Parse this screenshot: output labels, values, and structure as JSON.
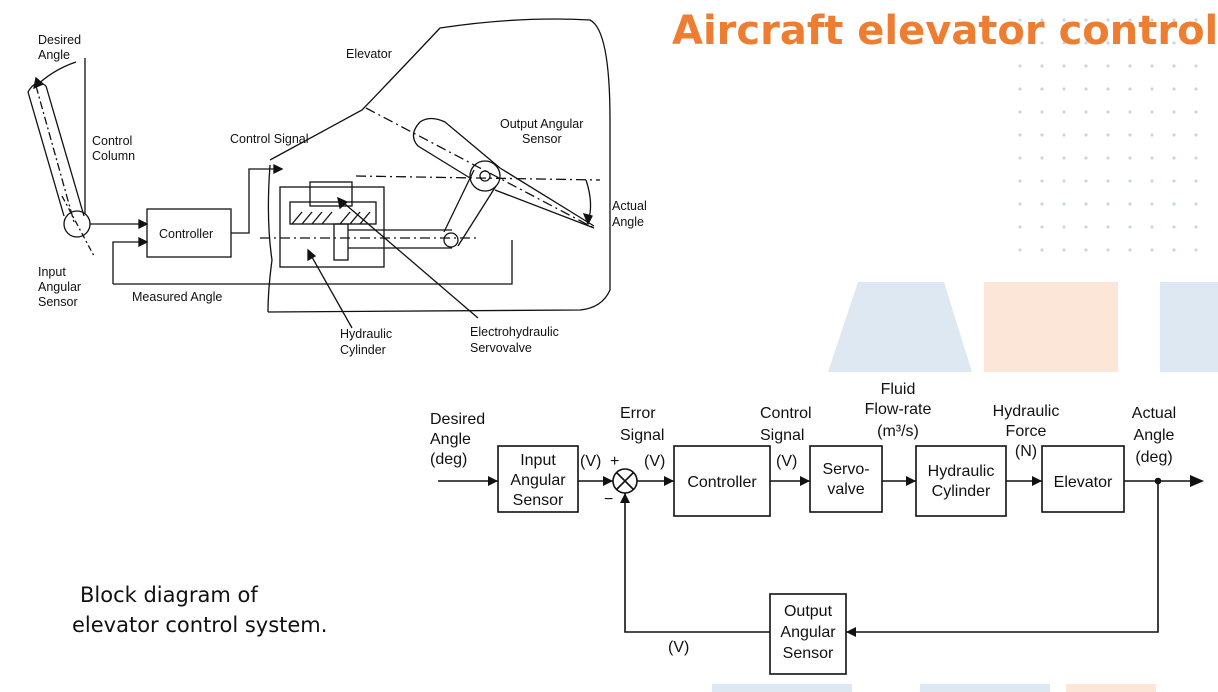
{
  "title": "Aircraft elevator control",
  "caption": {
    "line1": "Block diagram of",
    "line2": "elevator control system."
  },
  "colors": {
    "title": "#ed7d31",
    "watermark_blue": "#dde8f2",
    "watermark_orange": "#fbe6d8"
  },
  "schematic": {
    "desired_angle": [
      "Desired",
      "Angle"
    ],
    "control_column": [
      "Control",
      "Column"
    ],
    "input_angular_sensor": [
      "Input",
      "Angular",
      "Sensor"
    ],
    "controller": "Controller",
    "measured_angle": "Measured Angle",
    "elevator": "Elevator",
    "control_signal": "Control Signal",
    "output_angular_sensor": [
      "Output Angular",
      "Sensor"
    ],
    "actual_angle": [
      "Actual",
      "Angle"
    ],
    "hydraulic_cylinder": [
      "Hydraulic",
      "Cylinder"
    ],
    "electrohydraulic_servovalve": [
      "Electrohydraulic",
      "Servovalve"
    ]
  },
  "block_diagram": {
    "input": [
      "Desired",
      "Angle",
      "(deg)"
    ],
    "blocks": {
      "input_sensor": [
        "Input",
        "Angular",
        "Sensor"
      ],
      "controller": [
        "Controller"
      ],
      "servovalve": [
        "Servo-",
        "valve"
      ],
      "hydraulic_cylinder": [
        "Hydraulic",
        "Cylinder"
      ],
      "elevator": [
        "Elevator"
      ],
      "output_sensor": [
        "Output",
        "Angular",
        "Sensor"
      ]
    },
    "signals": {
      "sensor_out": "(V)",
      "plus": "+",
      "minus": "−",
      "error": [
        "Error",
        "Signal",
        "(V)"
      ],
      "control": [
        "Control",
        "Signal",
        "(V)"
      ],
      "flow": [
        "Fluid",
        "Flow-rate",
        "(m³/s)"
      ],
      "force": [
        "Hydraulic",
        "Force",
        "(N)"
      ],
      "output": [
        "Actual",
        "Angle",
        "(deg)"
      ],
      "feedback": "(V)"
    }
  }
}
